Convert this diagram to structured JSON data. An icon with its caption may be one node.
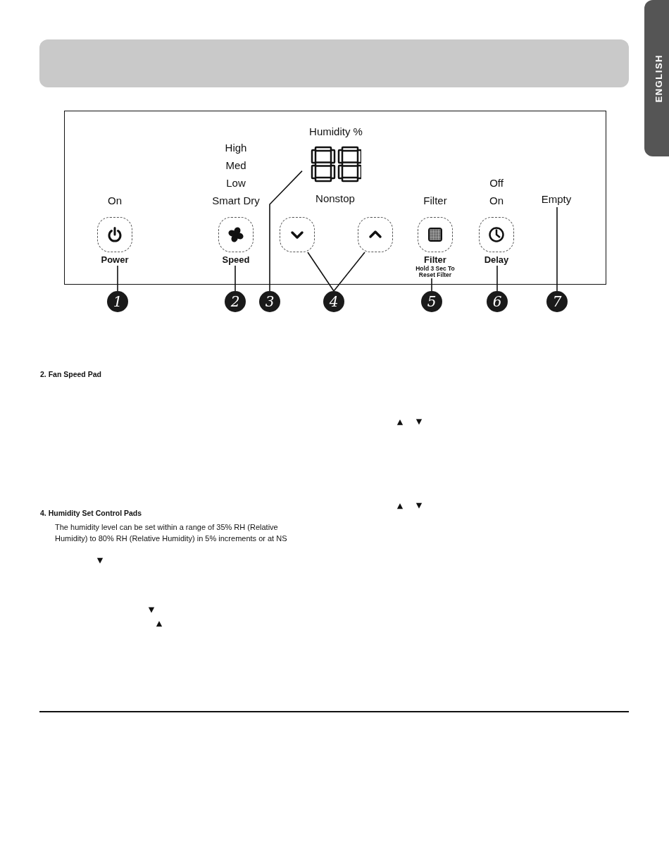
{
  "diagram": {
    "nodes": [
      {
        "text": [],
        "shape": "box"
      },
      {
        "text": [
          "On",
          "Power"
        ],
        "in": 0
      },
      {
        "text": [
          "High",
          "Med",
          "Low",
          "Smart Dry",
          "Speed"
        ],
        "in": 0
      },
      {
        "text": [
          "Humidity %"
        ],
        "in": 0
      },
      {
        "text": [],
        "shape": "box",
        "in": 0
      },
      {
        "text": [],
        "shape": "box",
        "in": 0
      },
      {
        "text": [
          "Filter",
          "Filter",
          "Hold 3 Sec To Reset Filter"
        ],
        "in": 0
      },
      {
        "text": [
          "Off",
          "On",
          "Delay"
        ],
        "in": 0
      },
      {
        "text": [
          "Empty"
        ],
        "in": 0
      },
      {
        "text": [
          "1"
        ]
      },
      {
        "text": [
          "2"
        ]
      },
      {
        "text": [
          "3"
        ]
      },
      {
        "text": [
          "4"
        ]
      },
      {
        "text": [
          "5"
        ]
      },
      {
        "text": [
          "6"
        ]
      },
      {
        "text": [
          "7"
        ]
      }
    ],
    "edges": [
      {
        "from": 9,
        "to": 1,
        "arrow": "none"
      },
      {
        "from": 10,
        "to": 2,
        "arrow": "none"
      },
      {
        "from": 11,
        "to": 3,
        "arrow": "none"
      },
      {
        "from": 12,
        "to": 4,
        "arrow": "none"
      },
      {
        "from": 12,
        "to": 5,
        "arrow": "none"
      },
      {
        "from": 13,
        "to": 6,
        "arrow": "none"
      },
      {
        "from": 14,
        "to": 7,
        "arrow": "none"
      },
      {
        "from": 15,
        "to": 8,
        "arrow": "none"
      }
    ],
    "labels": [
      "ENGLISH",
      "Nonstop",
      "2. Fan Speed Pad",
      "4. Humidity Set Control Pads",
      "The humidity level can be set within a range of 35% RH (Relative Humidity) to 80% RH (Relative Humidity) in 5% increments or at NS"
    ]
  }
}
